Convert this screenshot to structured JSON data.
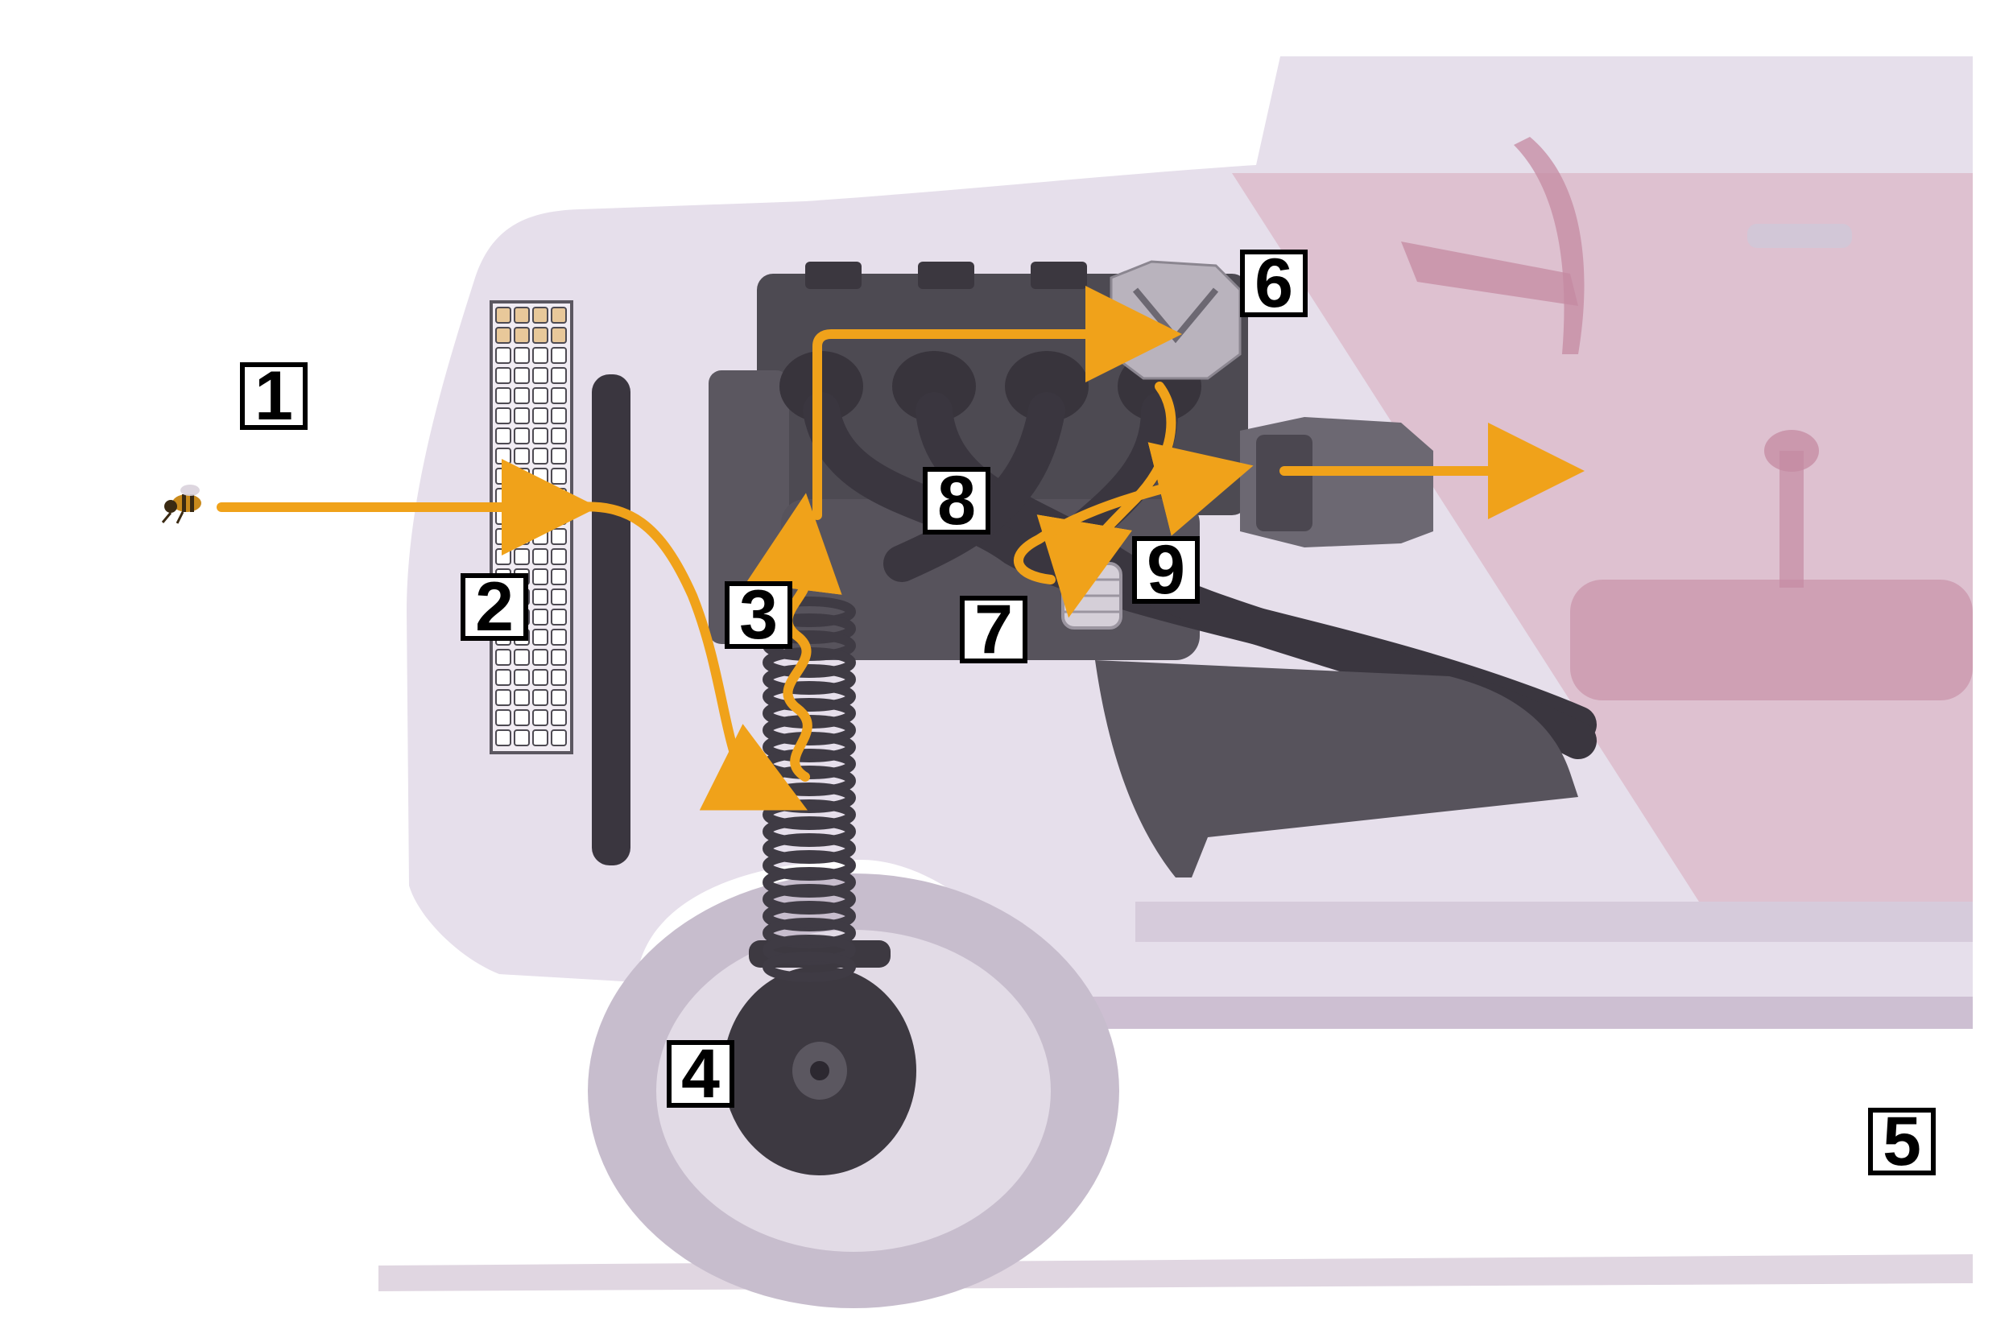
{
  "colors": {
    "background": "#ffffff",
    "vehicle_body": "#e6dfeb",
    "vehicle_shadow": "#cdbfd2",
    "cab_interior": "#d7a7ba",
    "engine_dark": "#4d4a52",
    "engine_mid": "#6c6872",
    "tire": "#bdb3c4",
    "spring": "#3f3b44",
    "flow_arrow": "#f0a21a",
    "callout_border": "#000000",
    "callout_fill": "#ffffff",
    "callout_text": "#000000"
  },
  "icons": {
    "insect": "bee-icon"
  },
  "callouts": [
    {
      "id": "1",
      "label": "1"
    },
    {
      "id": "2",
      "label": "2"
    },
    {
      "id": "3",
      "label": "3"
    },
    {
      "id": "4",
      "label": "4"
    },
    {
      "id": "5",
      "label": "5"
    },
    {
      "id": "6",
      "label": "6"
    },
    {
      "id": "7",
      "label": "7"
    },
    {
      "id": "8",
      "label": "8"
    },
    {
      "id": "9",
      "label": "9"
    }
  ]
}
